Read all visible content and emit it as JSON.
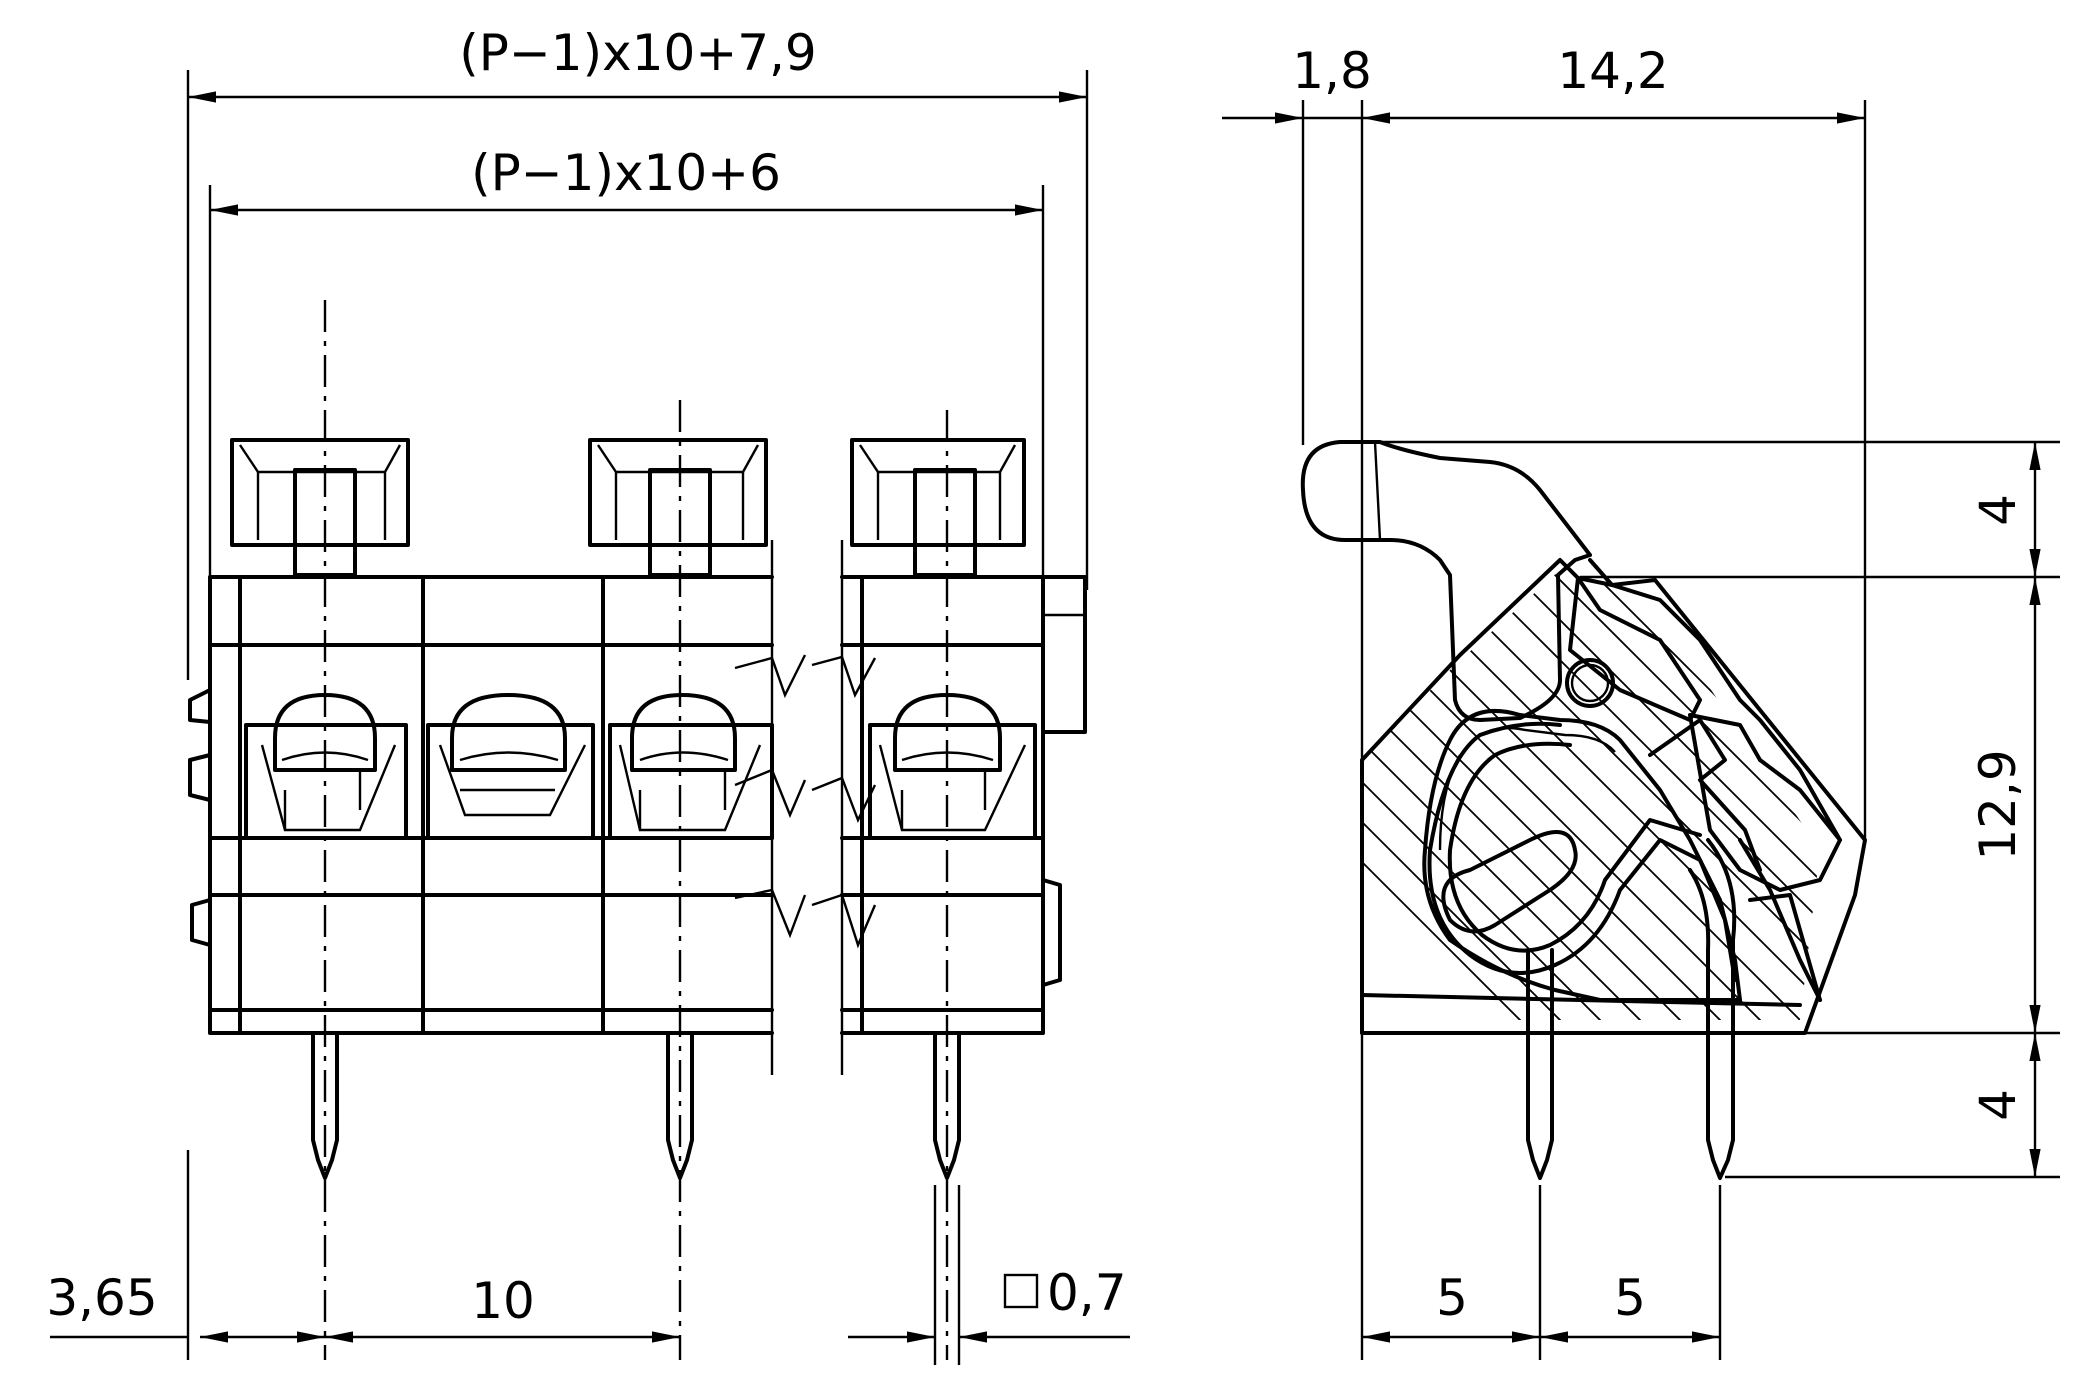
{
  "front_view": {
    "dims": {
      "overall_width": "(P−1)x10+7,9",
      "inner_width": "(P−1)x10+6",
      "edge_offset": "3,65",
      "pitch": "10",
      "pin_size": "0,7"
    }
  },
  "side_view": {
    "dims": {
      "lever_offset": "1,8",
      "depth": "14,2",
      "top_height": "4",
      "body_height": "12,9",
      "pin_length": "4",
      "pin_spacing_left": "5",
      "pin_spacing_right": "5"
    }
  },
  "colors": {
    "line": "#000000",
    "background": "#ffffff"
  }
}
